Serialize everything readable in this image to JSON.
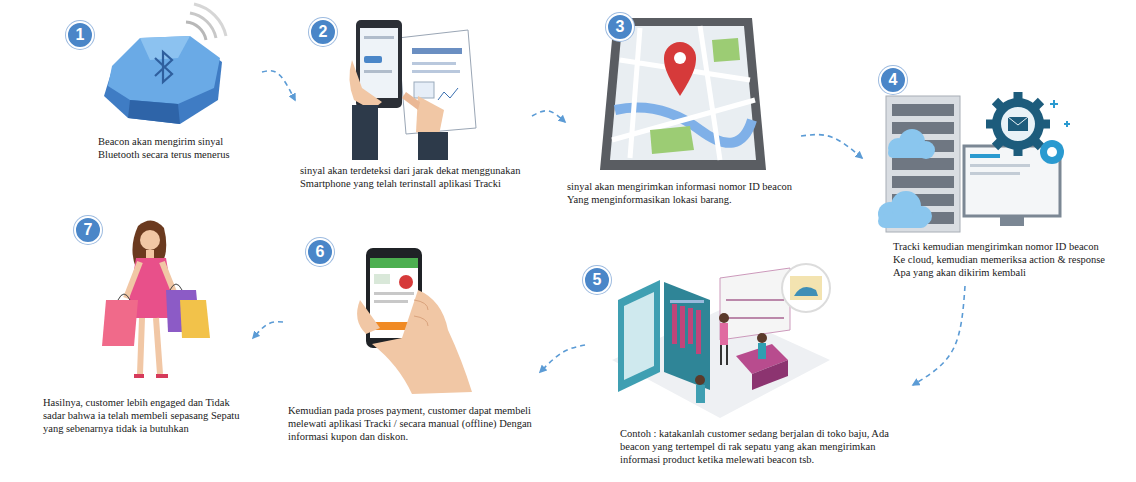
{
  "diagram": {
    "nodes": [
      {
        "text": [
          "1",
          "Beacon akan mengirim sinyal Bluetooth secara terus menerus"
        ]
      },
      {
        "text": [
          "2",
          "sinyal akan terdeteksi dari jarak dekat menggunakan Smartphone yang telah terinstall aplikasi Tracki"
        ]
      },
      {
        "text": [
          "3",
          "sinyal akan mengirimkan informasi nomor ID beacon Yang menginformasikan lokasi barang."
        ]
      },
      {
        "text": [
          "4",
          "Tracki kemudian mengirimkan nomor ID beacon Ke cloud, kemudian memeriksa action & response Apa yang akan dikirim kembali"
        ]
      },
      {
        "text": [
          "5",
          "Contoh : katakanlah customer sedang berjalan di toko baju, Ada beacon yang tertempel di rak sepatu yang akan mengirimkan informasi product ketika melewati beacon tsb."
        ]
      },
      {
        "text": [
          "6",
          "Kemudian pada proses payment, customer dapat membeli melewati aplikasi Tracki / secara manual (offline) Dengan informasi kupon dan diskon."
        ]
      },
      {
        "text": [
          "7",
          "Hasilnya, customer lebih engaged dan Tidak sadar bahwa ia telah membeli sepasang Sepatu yang sebenarnya tidak ia butuhkan"
        ]
      }
    ],
    "edges": [
      {
        "from": 0,
        "to": 1,
        "arrow": "to"
      },
      {
        "from": 1,
        "to": 2,
        "arrow": "to"
      },
      {
        "from": 2,
        "to": 3,
        "arrow": "to"
      },
      {
        "from": 3,
        "to": 4,
        "arrow": "to"
      },
      {
        "from": 4,
        "to": 5,
        "arrow": "to"
      },
      {
        "from": 5,
        "to": 6,
        "arrow": "to"
      }
    ]
  }
}
